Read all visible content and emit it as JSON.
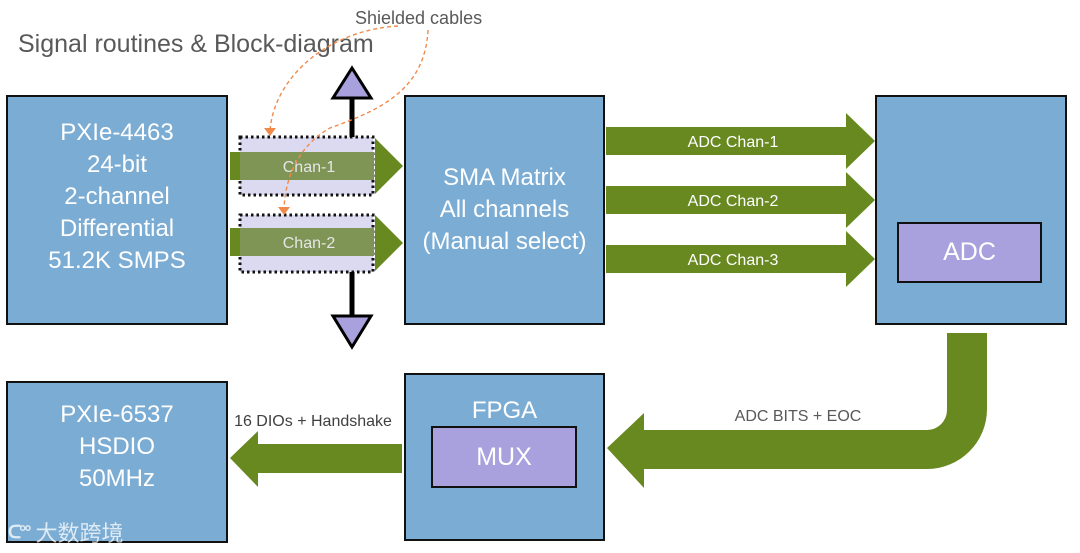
{
  "title": "Signal routines & Block-diagram",
  "annotation": "Shielded cables",
  "colors": {
    "block_fill": "#7bacd3",
    "sub_block_fill": "#a8a1dd",
    "arrow_green": "#67891f",
    "shield_fill": "#dcdaf0",
    "chan_band": "#7f9556",
    "annotation_line": "#f08a4b",
    "text_gray": "#595959"
  },
  "blocks": {
    "pxie4463": {
      "lines": [
        "PXIe-4463",
        "24-bit",
        "2-channel",
        "Differential",
        "51.2K SMPS"
      ]
    },
    "sma_matrix": {
      "lines": [
        "SMA Matrix",
        "All channels",
        "(Manual select)"
      ]
    },
    "adc_module": {
      "lines": [],
      "sub_label": "ADC"
    },
    "fpga": {
      "lines": [
        "FPGA"
      ],
      "sub_label": "MUX"
    },
    "pxie6537": {
      "lines": [
        "PXIe-6537",
        "HSDIO",
        "50MHz"
      ]
    }
  },
  "channels": [
    {
      "label": "Chan-1"
    },
    {
      "label": "Chan-2"
    }
  ],
  "adc_channels": [
    {
      "label": "ADC Chan-1"
    },
    {
      "label": "ADC Chan-2"
    },
    {
      "label": "ADC Chan-3"
    }
  ],
  "connections": {
    "adc_to_fpga": "ADC BITS + EOC",
    "fpga_to_hsdio": "16 DIOs + Handshake"
  },
  "watermark": {
    "logo": "ᑕ°°",
    "text": "大数跨境"
  }
}
